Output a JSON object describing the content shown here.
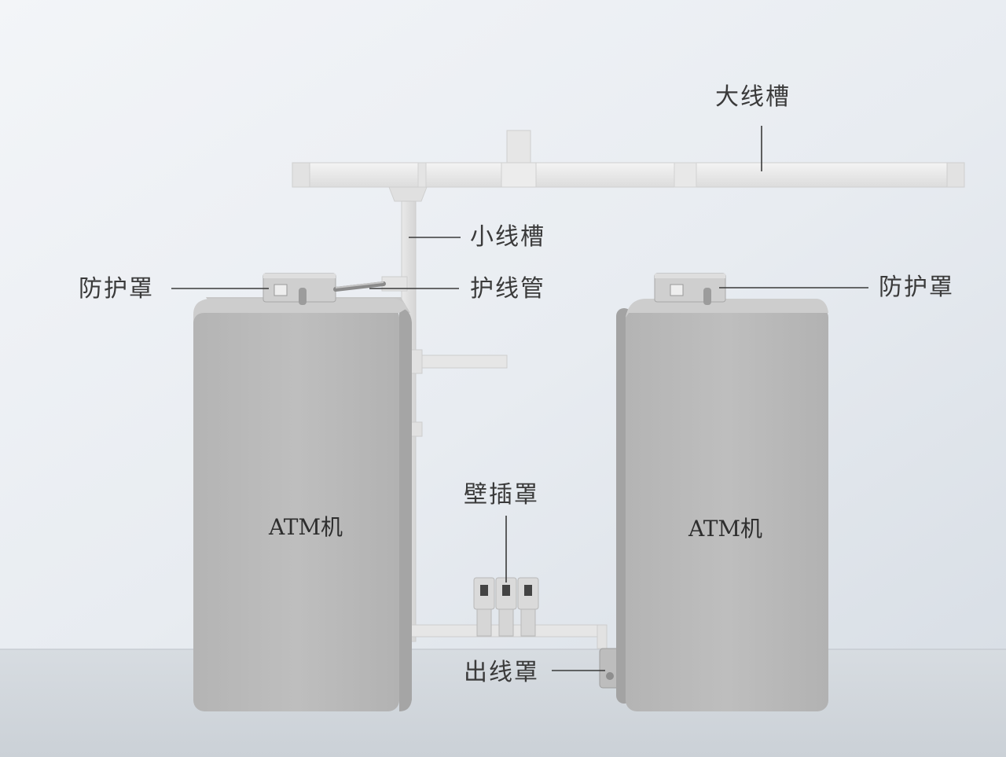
{
  "labels": {
    "main_trunking": "大线槽",
    "small_trunking": "小线槽",
    "protective_cover_left": "防护罩",
    "protective_cover_right": "防护罩",
    "wire_conduit": "护线管",
    "wall_socket_cover": "壁插罩",
    "outlet_cover": "出线罩",
    "atm_left": "ATM机",
    "atm_right": "ATM机"
  },
  "colors": {
    "wall_top": "#f4f6f9",
    "wall_bottom": "#dfe4ea",
    "floor": "#d4d9de",
    "atm_front": "#b9b9b9",
    "atm_side": "#a6a6a6",
    "trunking": "#eeeeee",
    "leader_line": "#3a3a3a"
  }
}
